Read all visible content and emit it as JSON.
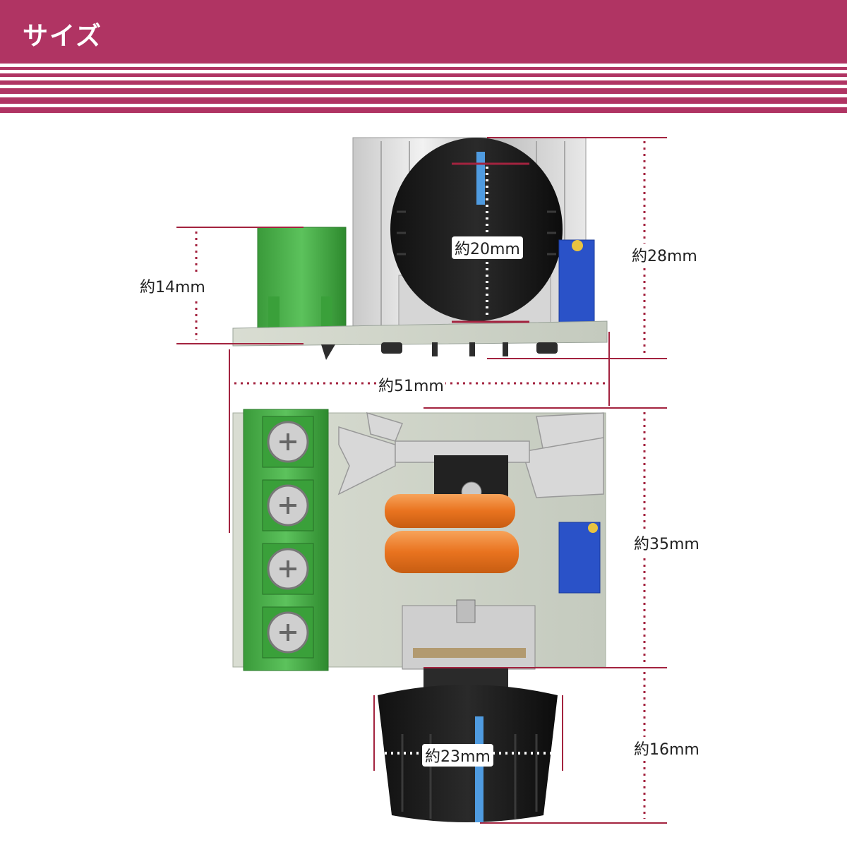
{
  "header": {
    "title": "サイズ",
    "color": "#b03463"
  },
  "dimensions": {
    "knob_diameter": "約20mm",
    "height_total": "約28mm",
    "height_terminal": "約14mm",
    "width": "約51mm",
    "depth": "約35mm",
    "knob_height": "約16mm",
    "knob_outer_diameter": "約23mm"
  },
  "colors": {
    "accent": "#b03463",
    "dimension_line": "#a3233f"
  }
}
